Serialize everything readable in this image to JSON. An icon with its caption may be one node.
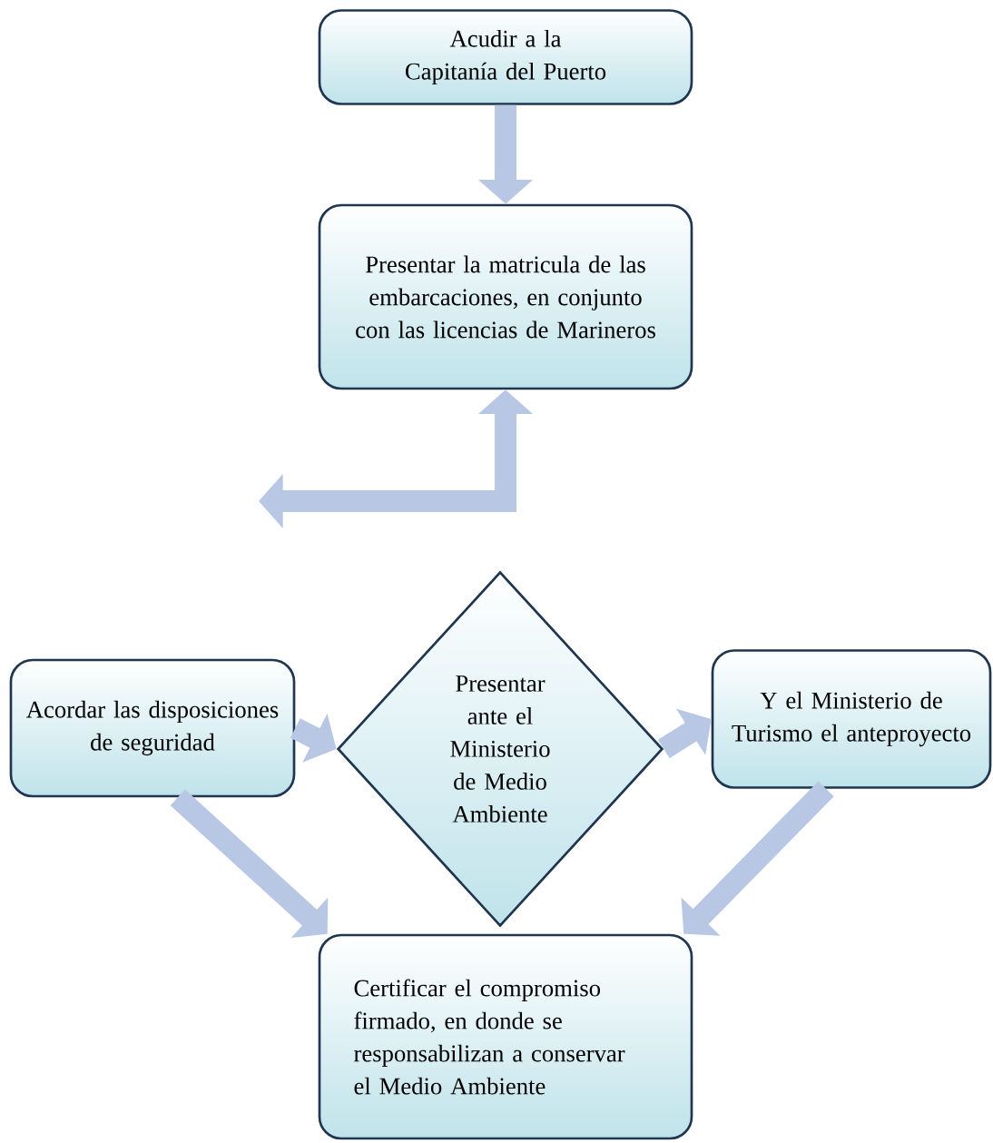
{
  "diagram": {
    "nodes": [
      {
        "text": [
          "Acudir a la Capitanía del Puerto"
        ]
      },
      {
        "text": [
          "Presentar la matricula de las embarcaciones, en conjunto con las licencias de Marineros"
        ]
      },
      {
        "text": [
          "Acordar las disposiciones de seguridad"
        ]
      },
      {
        "text": [
          "Presentar ante el Ministerio de Medio Ambiente"
        ]
      },
      {
        "text": [
          "Y el Ministerio de Turismo el anteproyecto"
        ]
      },
      {
        "text": [
          "Certificar el compromiso firmado, en donde se responsabilizan a conservar el Medio Ambiente"
        ]
      }
    ],
    "edges": [
      {
        "from": 0,
        "to": 1,
        "arrow": "to"
      },
      {
        "from": null,
        "to": 1,
        "arrow": "both"
      },
      {
        "from": 2,
        "to": 3,
        "arrow": "to"
      },
      {
        "from": 3,
        "to": 4,
        "arrow": "to"
      },
      {
        "from": 2,
        "to": 5,
        "arrow": "to"
      },
      {
        "from": 4,
        "to": 5,
        "arrow": "to"
      }
    ]
  }
}
